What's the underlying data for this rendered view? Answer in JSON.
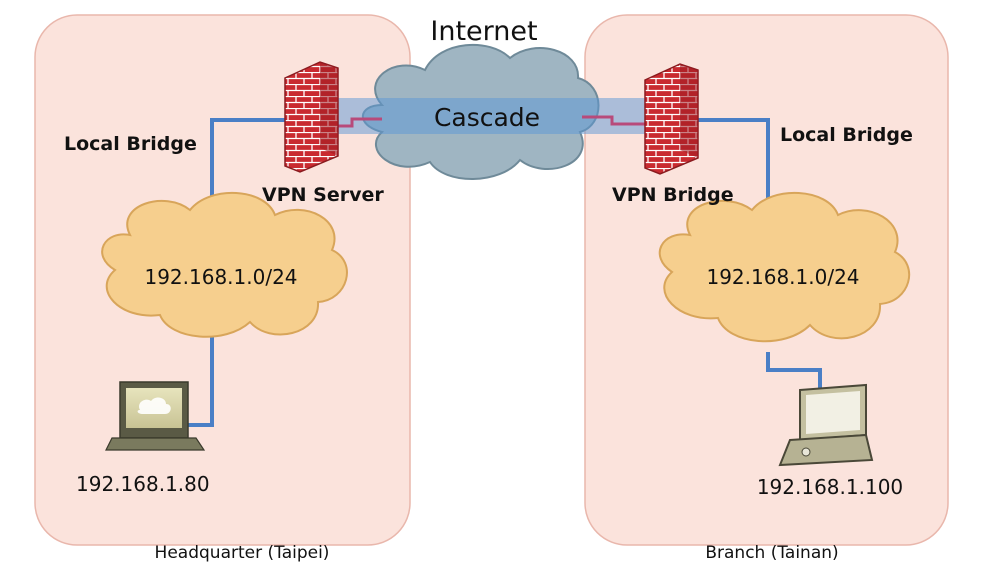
{
  "internet": {
    "title": "Internet",
    "link_label": "Cascade"
  },
  "headquarter": {
    "site_label": "Headquarter (Taipei)",
    "bridge_label": "Local Bridge",
    "device_label": "VPN Server",
    "subnet_label": "192.168.1.0/24",
    "host_ip": "192.168.1.80"
  },
  "branch": {
    "site_label": "Branch (Tainan)",
    "bridge_label": "Local Bridge",
    "device_label": "VPN Bridge",
    "subnet_label": "192.168.1.0/24",
    "host_ip": "192.168.1.100"
  },
  "colors": {
    "site_background": "#fbe3dc",
    "cloud_subnet": "#f6cf8e",
    "cloud_internet": "#9fb5c2",
    "tunnel": "#5b98d6",
    "ethernet_link": "#4a7fc6",
    "firewall_brick": "#c8242b"
  }
}
